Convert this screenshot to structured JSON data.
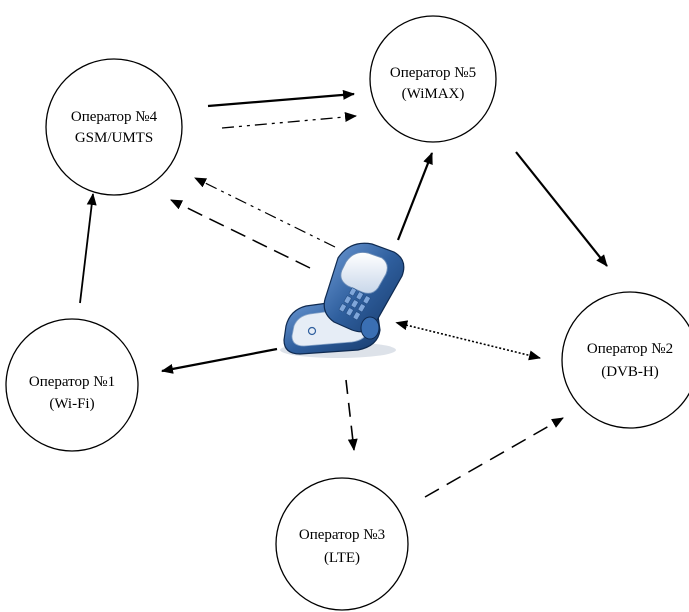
{
  "nodes": {
    "op1": {
      "line1": "Оператор №1",
      "line2": "(Wi-Fi)"
    },
    "op2": {
      "line1": "Оператор №2",
      "line2": "(DVB-H)"
    },
    "op3": {
      "line1": "Оператор №3",
      "line2": "(LTE)"
    },
    "op4": {
      "line1": "Оператор №4",
      "line2": "GSM/UMTS"
    },
    "op5": {
      "line1": "Оператор №5",
      "line2": "(WiMAX)"
    }
  },
  "device": {
    "icon": "mobile-phone-icon"
  },
  "colors": {
    "line": "#000000",
    "phone_body": "#2f5f9e",
    "phone_screen": "#dfe8f3",
    "phone_keys": "#5b8fd0"
  }
}
